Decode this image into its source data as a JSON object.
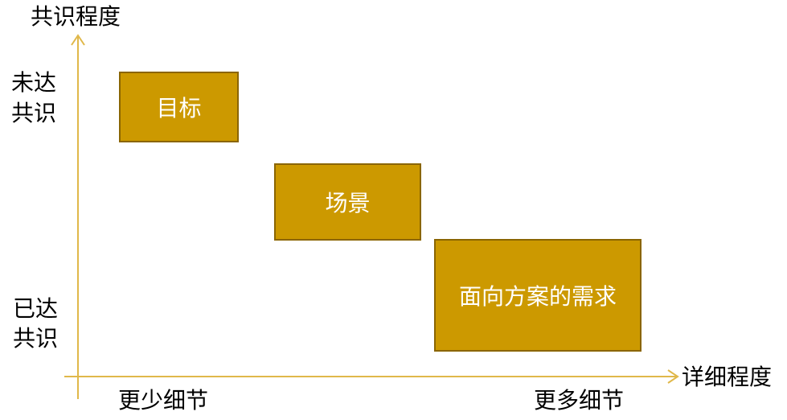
{
  "y_axis": {
    "title": "共识程度",
    "top_label": [
      "未达",
      "共识"
    ],
    "bottom_label": [
      "已达",
      "共识"
    ]
  },
  "x_axis": {
    "title": "详细程度",
    "left_label": "更少细节",
    "right_label": "更多细节"
  },
  "blocks": [
    {
      "label": "目标"
    },
    {
      "label": "场景"
    },
    {
      "label": "面向方案的需求"
    }
  ],
  "colors": {
    "block_fill": "#CC9900",
    "block_border": "#8A6500",
    "axis": "#E0B84A",
    "block_text": "#FFFFFF"
  }
}
